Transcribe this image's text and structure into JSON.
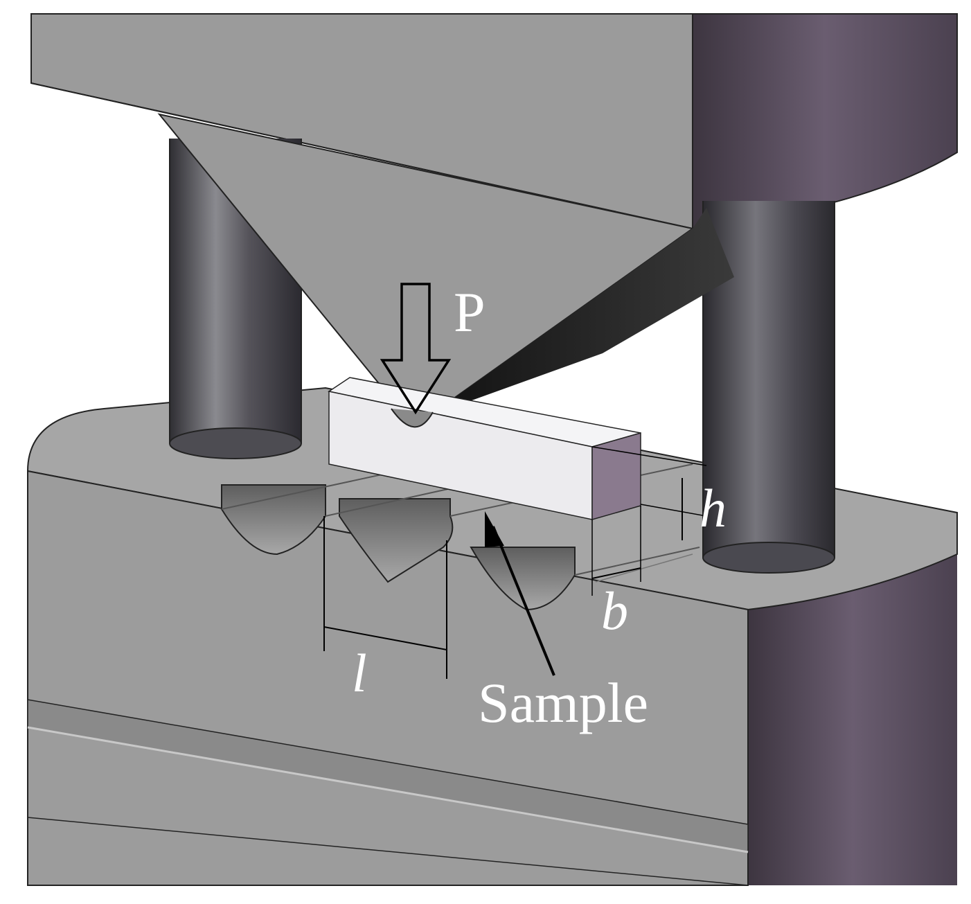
{
  "labels": {
    "load": "P",
    "height": "h",
    "width": "b",
    "span": "l",
    "sample": "Sample"
  },
  "colors": {
    "steel": "#9a9a9a",
    "steel_dark": "#7c7c7c",
    "column_dark": "#3c3a40",
    "side_purple": "#5a4e5f",
    "sample_face": "#ecebee",
    "sample_end": "#8a7a8e",
    "annotation": "#000000",
    "label": "#ffffff"
  }
}
